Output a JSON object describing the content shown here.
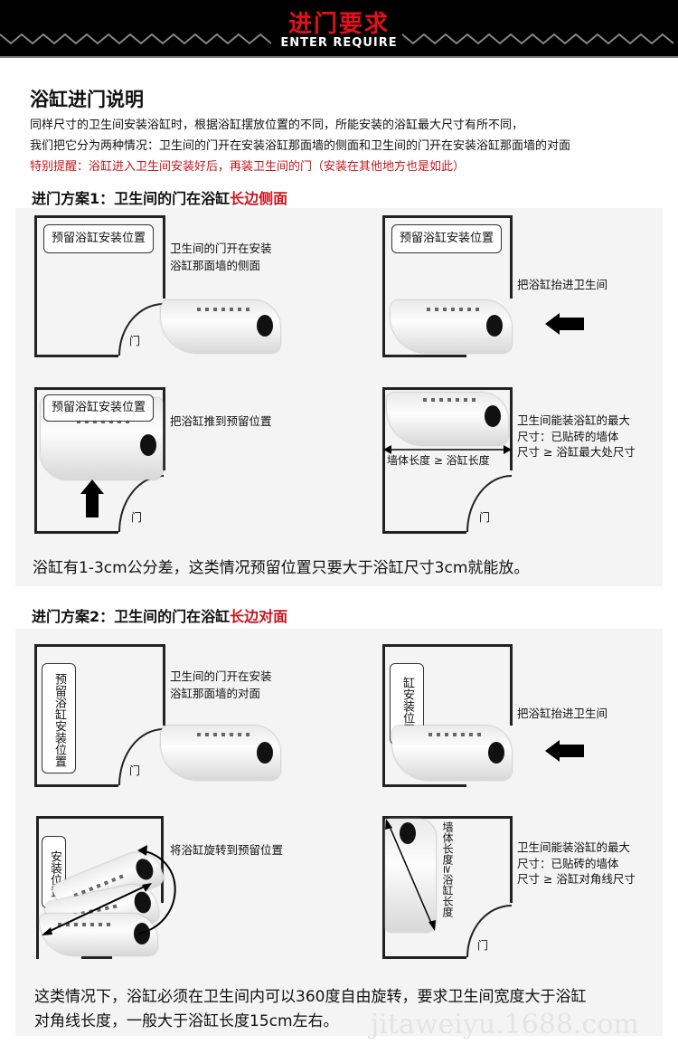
{
  "header": {
    "title": "进门要求",
    "subtitle": "ENTER REQUIRE"
  },
  "intro": {
    "title": "浴缸进门说明",
    "line1": "同样尺寸的卫生间安装浴缸时，根据浴缸摆放位置的不同，所能安装的浴缸最大尺寸有所不同，",
    "line2": "我们把它分为两种情况：卫生间的门开在安装浴缸那面墙的侧面和卫生间的门开在安装浴缸那面墙的对面",
    "reminder": "特别提醒：浴缸进入卫生间安装好后，再装卫生间的门（安装在其他地方也是如此）"
  },
  "scheme1": {
    "title_prefix": "进门方案1：卫生间的门在浴缸",
    "title_highlight": "长边侧面",
    "reserved_label": "预留浴缸安装位置",
    "door_label": "门",
    "step1_text1": "卫生间的门开在安装",
    "step1_text2": "浴缸那面墙的侧面",
    "step2_text": "把浴缸抬进卫生间",
    "step3_text": "把浴缸推到预留位置",
    "step4_measure": "墙体长度 ≥ 浴缸长度",
    "step4_text1": "卫生间能装浴缸的最大",
    "step4_text2": "尺寸：已贴砖的墙体",
    "step4_text3": "尺寸 ≥ 浴缸最大处尺寸",
    "note": "浴缸有1-3cm公分差，这类情况预留位置只要大于浴缸尺寸3cm就能放。"
  },
  "scheme2": {
    "title_prefix": "进门方案2：卫生间的门在浴缸",
    "title_highlight": "长边对面",
    "reserved_label": "预留浴缸安装位置",
    "reserved_label_partial": "缸安装位置",
    "reserved_label_partial2": "安装位置",
    "door_label": "门",
    "step1_text1": "卫生间的门开在安装",
    "step1_text2": "浴缸那面墙的对面",
    "step2_text": "把浴缸抬进卫生间",
    "step3_text": "将浴缸旋转到预留位置",
    "step4_measure": "墙体长度≥浴缸长度",
    "step4_text1": "卫生间能装浴缸的最大",
    "step4_text2": "尺寸：已贴砖的墙体",
    "step4_text3": "尺寸 ≥ 浴缸对角线尺寸",
    "note1": "这类情况下，浴缸必须在卫生间内可以360度自由旋转，要求卫生间宽度大于浴缸",
    "note2": "对角线长度，一般大于浴缸长度15cm左右。"
  },
  "watermark": "jitaweiyu.1688.com"
}
